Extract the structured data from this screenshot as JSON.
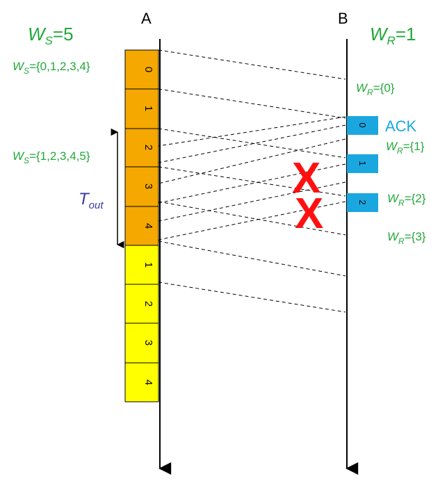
{
  "nodes": {
    "sender": "A",
    "receiver": "B"
  },
  "sender_window": {
    "label": "W",
    "sub": "S",
    "value": "=5"
  },
  "receiver_window": {
    "label": "W",
    "sub": "R",
    "value": "=1"
  },
  "sender_sets": [
    {
      "label": "W",
      "sub": "S",
      "value": "={0,1,2,3,4}"
    },
    {
      "label": "W",
      "sub": "S",
      "value": "={1,2,3,4,5}"
    }
  ],
  "receiver_sets": [
    {
      "label": "W",
      "sub": "R",
      "value": "={0}"
    },
    {
      "label": "W",
      "sub": "R",
      "value": "={1}"
    },
    {
      "label": "W",
      "sub": "R",
      "value": "={2}"
    },
    {
      "label": "W",
      "sub": "R",
      "value": "={3}"
    }
  ],
  "packets": [
    {
      "label": "0",
      "color": "#f5a800"
    },
    {
      "label": "1",
      "color": "#f5a800"
    },
    {
      "label": "2",
      "color": "#f5a800"
    },
    {
      "label": "3",
      "color": "#f5a800"
    },
    {
      "label": "4",
      "color": "#f5a800"
    },
    {
      "label": "1",
      "color": "#ffff00"
    },
    {
      "label": "2",
      "color": "#ffff00"
    },
    {
      "label": "3",
      "color": "#ffff00"
    },
    {
      "label": "4",
      "color": "#ffff00"
    }
  ],
  "acks": [
    {
      "label": "0",
      "color": "#1aa7e0"
    },
    {
      "label": "1",
      "color": "#1aa7e0"
    },
    {
      "label": "2",
      "color": "#1aa7e0"
    }
  ],
  "ack_text": {
    "label": "ACK",
    "color": "#1aa7e0"
  },
  "timeout": {
    "label": "T",
    "sub": "out",
    "color": "#3b3b9e"
  },
  "loss_marks": [
    "X",
    "X"
  ],
  "colors": {
    "text_green": "#22a83a",
    "loss_red": "#ff1010"
  }
}
